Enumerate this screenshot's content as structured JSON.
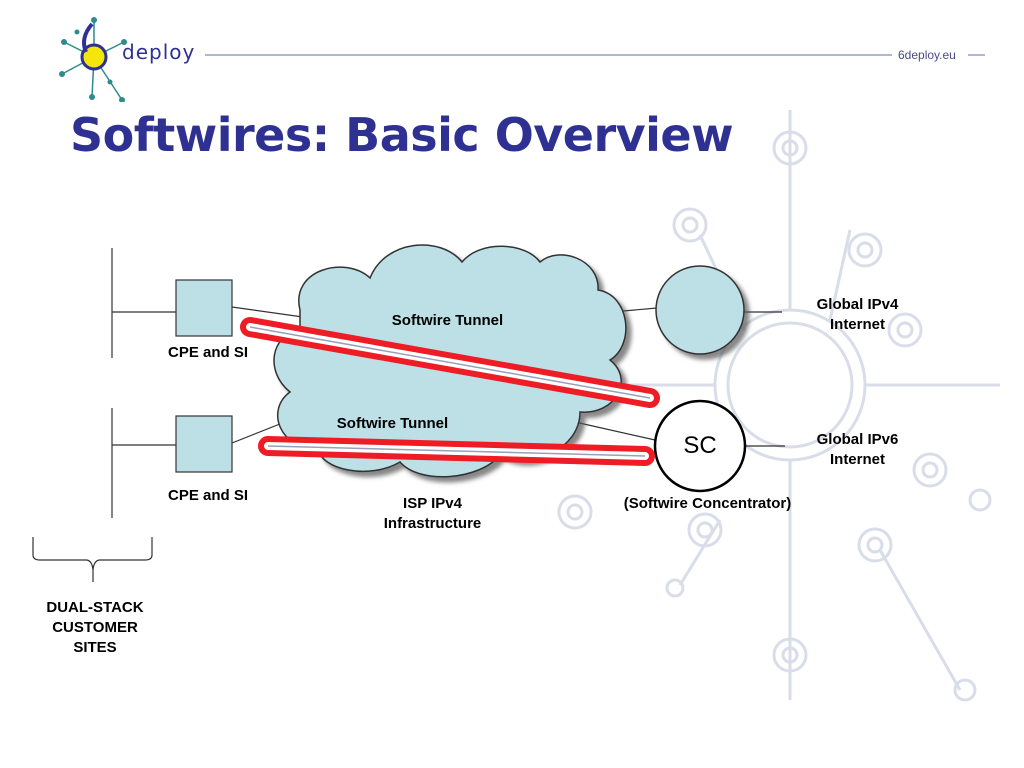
{
  "slide": {
    "title": "Softwires: Basic Overview",
    "logo_text": "deploy",
    "site_url": "6deploy.eu"
  },
  "diagram": {
    "cpe_top_label": "CPE and SI",
    "cpe_bottom_label": "CPE and SI",
    "tunnel_top_label": "Softwire Tunnel",
    "tunnel_bottom_label": "Softwire Tunnel",
    "isp_label_line1": "ISP IPv4",
    "isp_label_line2": "Infrastructure",
    "ipv4_label_line1": "Global IPv4",
    "ipv4_label_line2": "Internet",
    "ipv6_label_line1": "Global IPv6",
    "ipv6_label_line2": "Internet",
    "sc_node_text": "SC",
    "sc_caption": "(Softwire Concentrator)",
    "customer_label_line1": "DUAL-STACK",
    "customer_label_line2": "CUSTOMER",
    "customer_label_line3": "SITES"
  },
  "colors": {
    "title": "#2e3192",
    "cloud_fill": "#bde0e6",
    "node_fill": "#bde0e6",
    "tunnel_red": "#ee1c24",
    "watermark": "#d6dbe8"
  }
}
